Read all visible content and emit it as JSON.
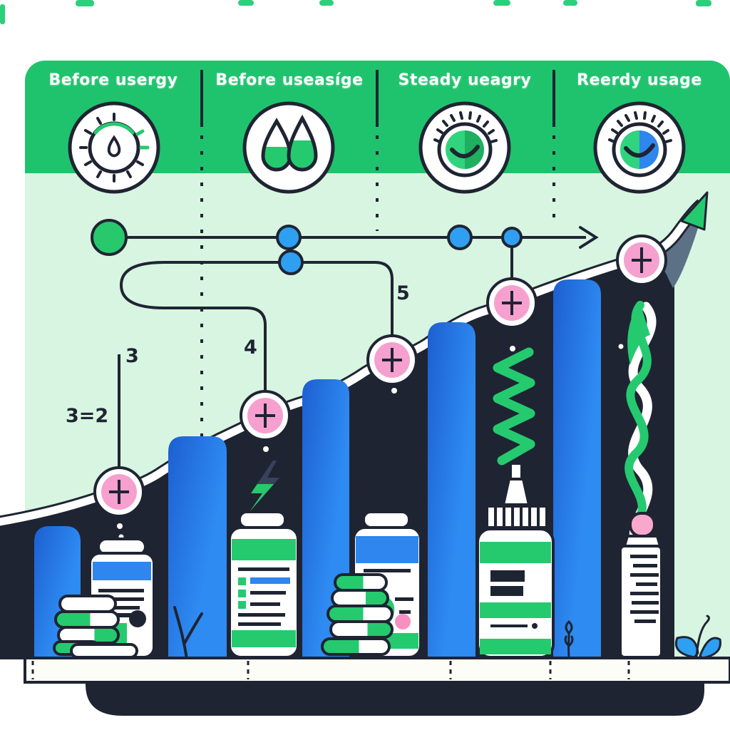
{
  "title": "medicine usage growth infographic",
  "header": {
    "background_color": "#1fc36d",
    "label_color": "#ffffff",
    "sections": [
      {
        "label": "Before usergy",
        "icon": "gauge-droplet-icon"
      },
      {
        "label": "Before useasíge",
        "icon": "two-droplets-icon"
      },
      {
        "label": "Steady ueagry",
        "icon": "dial-check-icon"
      },
      {
        "label": "Reerdy usage",
        "icon": "dial-two-tone-check-icon"
      }
    ]
  },
  "annotations": {
    "marker_3": "3",
    "marker_ratio": "3=2",
    "marker_4": "4",
    "marker_5": "5"
  },
  "timeline": {
    "start_dot": "green-dot",
    "mid_dots": [
      "blue-dot",
      "blue-dot",
      "blue-dot",
      "blue-dot"
    ],
    "arrow": "right-arrow"
  },
  "stages": {
    "markers": [
      "plus-circle",
      "plus-circle",
      "plus-circle",
      "plus-circle",
      "plus-circle"
    ],
    "items": [
      "pill-bottle-with-pills",
      "green-label-bottle",
      "blue-label-bottle-with-pills",
      "dropper-bottle",
      "applicator-tube"
    ],
    "decorations": [
      "lightning-bolt",
      "green-zigzag",
      "twisted-ribbon",
      "twig",
      "sprout",
      "blue-leaves"
    ]
  },
  "colors": {
    "header_green": "#1fc36d",
    "mint_background": "#d7f5e0",
    "accent_green": "#25ca6f",
    "dark_navy": "#1f2433",
    "bar_blue": "#2e86ee",
    "bar_blue_dark": "#1d5fd0",
    "dot_blue": "#2f9ff1",
    "pink": "#f6a0cf",
    "slate_shadow": "#5d7186",
    "white": "#ffffff"
  }
}
